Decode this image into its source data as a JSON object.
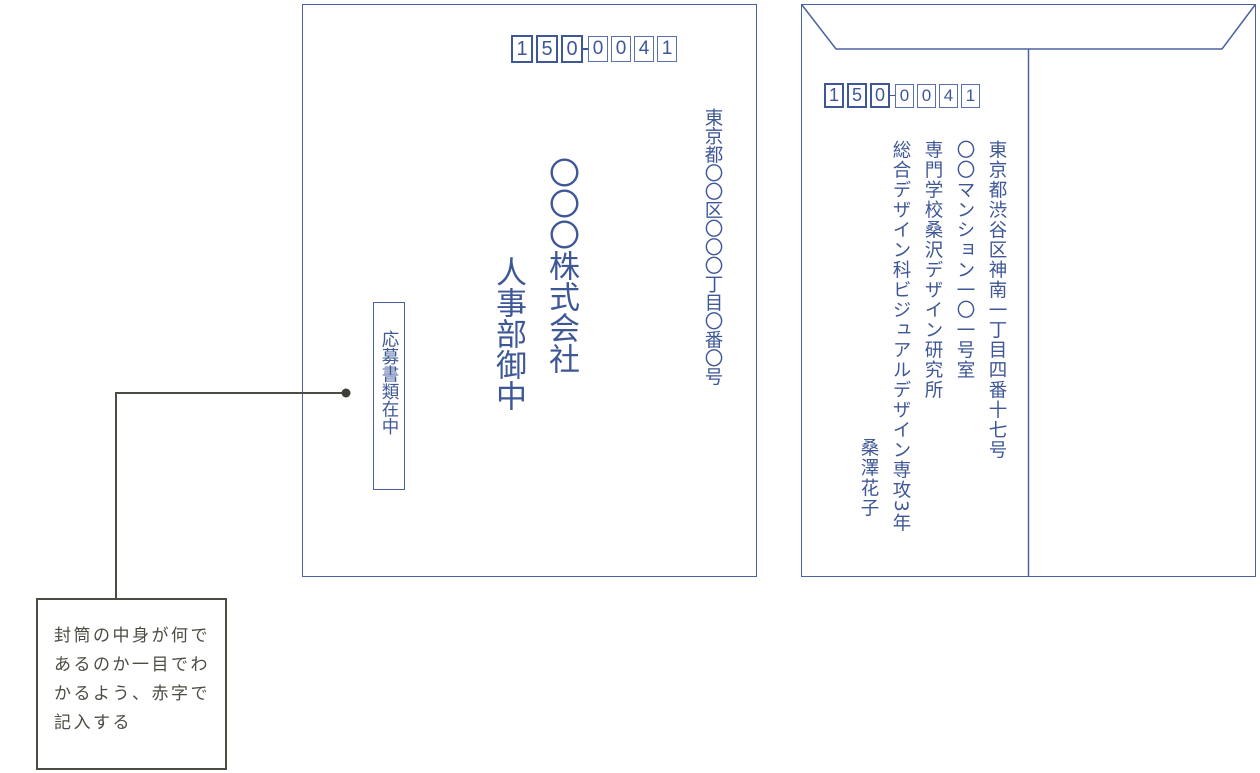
{
  "colors": {
    "envelope_line": "#4a62a0",
    "address_text": "#3e5796",
    "annotation_line": "#4a4d42"
  },
  "front_envelope": {
    "postal_code": [
      "1",
      "5",
      "0",
      "0",
      "0",
      "4",
      "1"
    ],
    "recipient_address": "東京都〇〇区〇〇〇丁目〇番〇号",
    "company_name": "〇〇〇株式会社",
    "department": "人事部御中",
    "enclosure_label": "応募書類在中"
  },
  "back_envelope": {
    "postal_code": [
      "1",
      "5",
      "0",
      "0",
      "0",
      "4",
      "1"
    ],
    "sender_address_line1": "東京都渋谷区神南一丁目四番十七号",
    "sender_address_line2": "〇〇マンション一〇一号室",
    "sender_school": "専門学校桑沢デザイン研究所",
    "sender_course": "総合デザイン科ビジュアルデザイン専攻3年",
    "sender_name": "桑澤花子"
  },
  "annotation": {
    "text": "封筒の中身が何であるのか一目でわかるよう、赤字で記入する"
  }
}
